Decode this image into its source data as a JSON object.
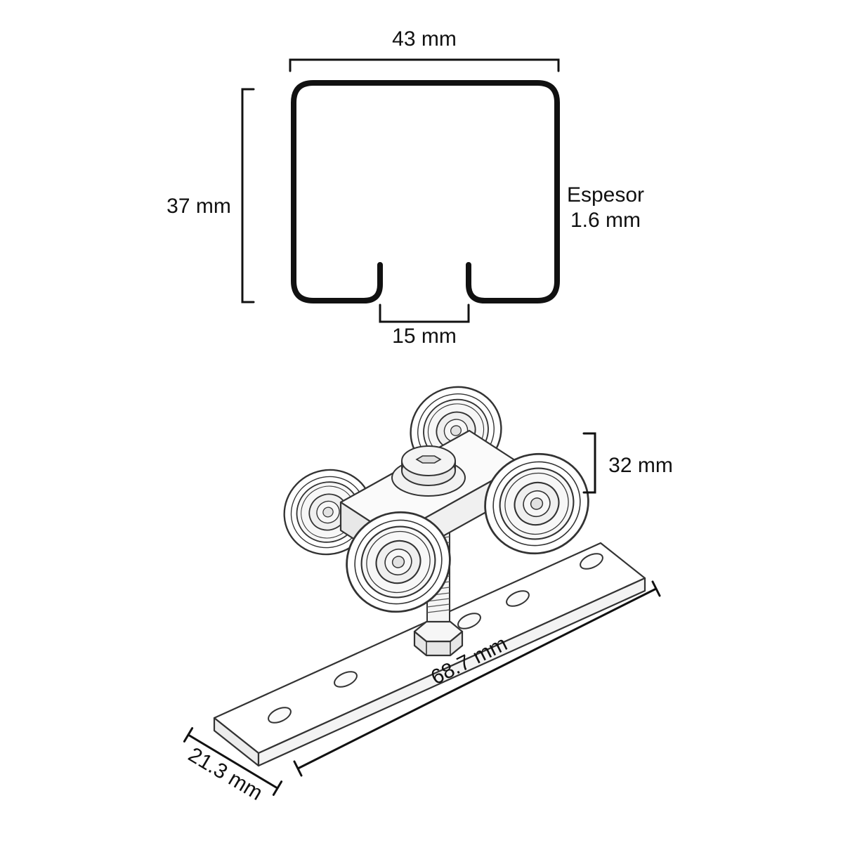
{
  "diagram": {
    "profile": {
      "width": "43 mm",
      "height": "37 mm",
      "thickness_title": "Espesor",
      "thickness_value": "1.6 mm",
      "slot_width": "15 mm"
    },
    "trolley": {
      "wheel_height": "32 mm",
      "plate_length": "68.7 mm",
      "plate_width": "21.3 mm"
    },
    "colors": {
      "ink": "#111111",
      "line": "#333333",
      "background": "#ffffff"
    }
  }
}
